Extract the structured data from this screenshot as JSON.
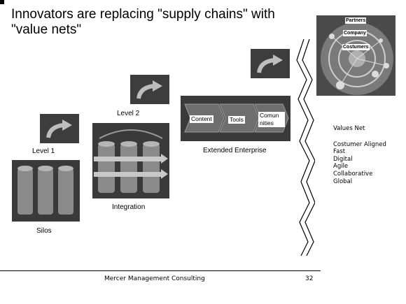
{
  "title": "Innovators are replacing \"supply chains\" with \"value nets\"",
  "levels": {
    "level1": "Level 1",
    "level2": "Level 2"
  },
  "captions": {
    "silos": "Silos",
    "integration": "Integration",
    "extended_enterprise": "Extended Enterprise"
  },
  "chevrons": [
    "Content",
    "Tools",
    "Comun nities"
  ],
  "circle_labels": [
    "Partners",
    "Company",
    "Costumers"
  ],
  "values_net": {
    "heading": "Values Net",
    "items": [
      "Costumer Aligned",
      "Fast",
      "Digital",
      "Agile",
      "Collaborative",
      "Global"
    ]
  },
  "footer": {
    "company": "Mercer Management Consulting",
    "page": "32"
  },
  "colors": {
    "tile_bg": "#3a3a3a",
    "background": "#ffffff",
    "text": "#000000"
  }
}
